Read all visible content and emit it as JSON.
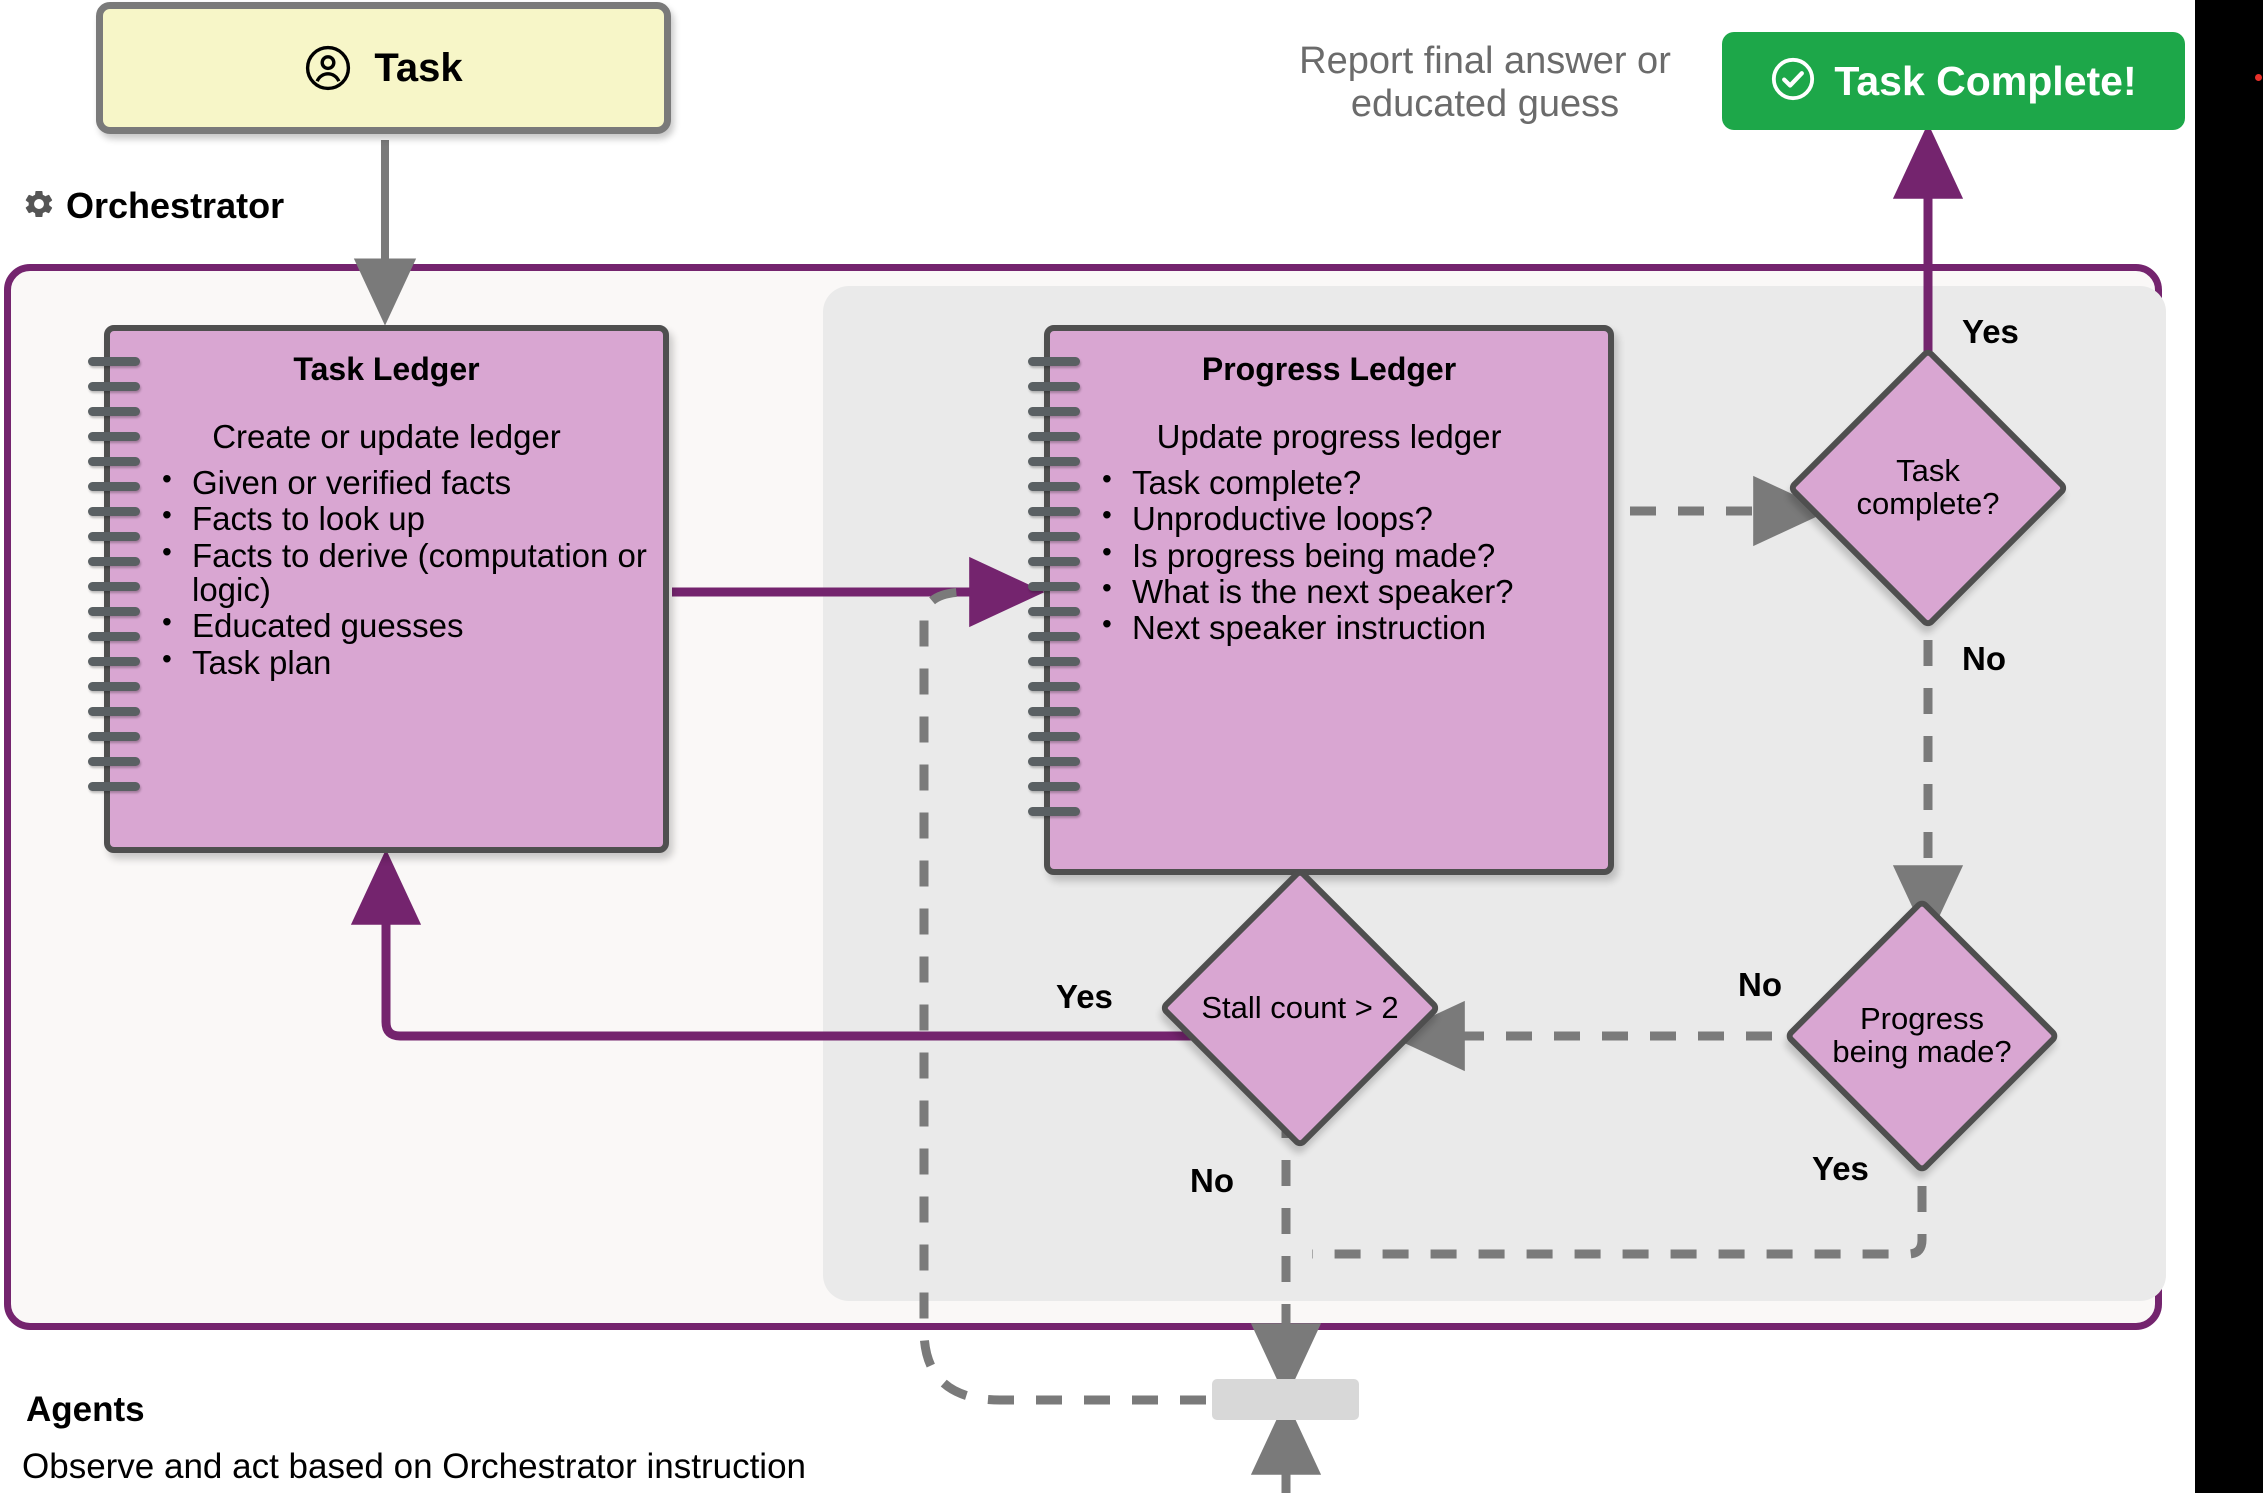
{
  "diagram": {
    "title_card": {
      "label": "Task",
      "icon": "person-circle-icon"
    },
    "orchestrator": {
      "label": "Orchestrator",
      "icon": "gear-icon"
    },
    "task_ledger": {
      "title": "Task Ledger",
      "subtitle": "Create or update ledger",
      "items": [
        "Given or verified facts",
        "Facts to look up",
        "Facts to derive (computation or logic)",
        "Educated guesses",
        "Task plan"
      ]
    },
    "progress_ledger": {
      "title": "Progress Ledger",
      "subtitle": "Update progress ledger",
      "items": [
        "Task complete?",
        "Unproductive loops?",
        "Is progress being made?",
        "What is the next speaker?",
        "Next speaker instruction"
      ]
    },
    "decisions": {
      "task_complete": {
        "text": "Task complete?",
        "yes": "Yes",
        "no": "No"
      },
      "progress_made": {
        "text": "Progress being made?",
        "yes": "Yes",
        "no": "No"
      },
      "stall_count": {
        "text": "Stall count > 2",
        "yes": "Yes",
        "no": "No"
      }
    },
    "report": {
      "text": "Report final answer or educated guess"
    },
    "complete_pill": {
      "label": "Task Complete!",
      "icon": "check-circle-icon",
      "color": "#1da749"
    },
    "agents": {
      "title": "Agents",
      "subtitle": "Observe and act based on Orchestrator instruction"
    },
    "colors": {
      "accent_purple": "#74246e",
      "node_fill": "#d9a6d2",
      "node_stroke": "#4f4f4f",
      "task_fill": "#f7f6c8",
      "panel_bg": "#eaeaea",
      "orch_bg": "#faf8f7",
      "flow_gray": "#7a7a7a",
      "success_green": "#1da749"
    }
  }
}
